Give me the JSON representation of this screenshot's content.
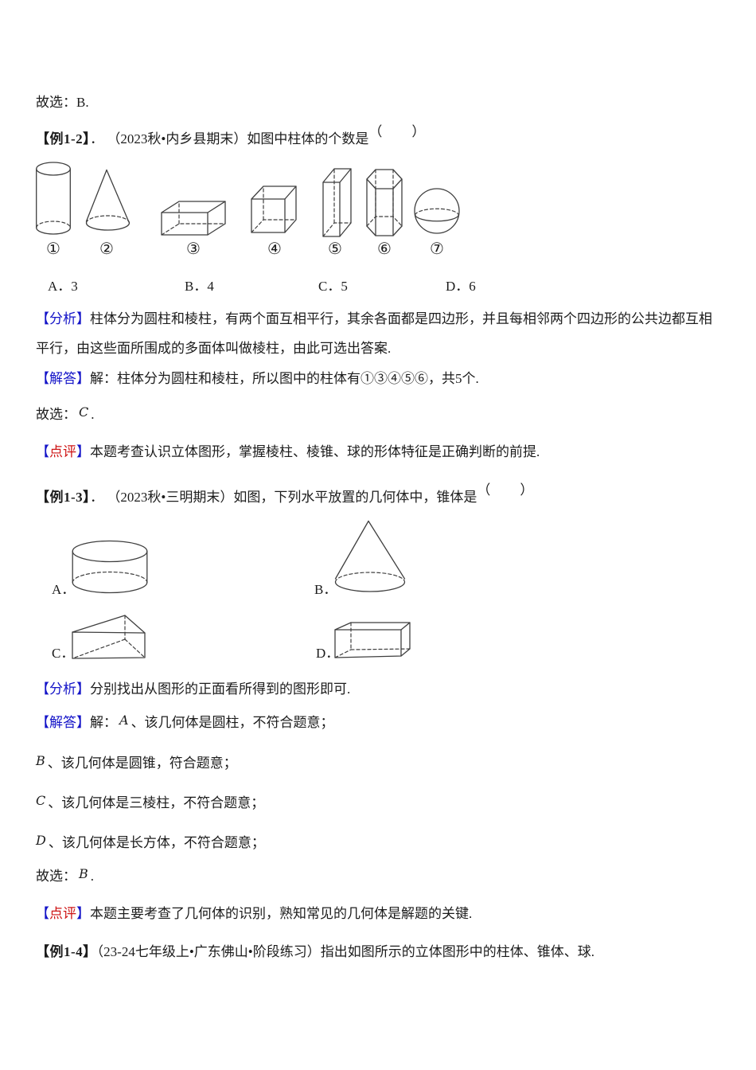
{
  "colors": {
    "tag_blue": "#1414c8",
    "tag_red": "#ce1414",
    "ink": "#1c1c1c",
    "stroke": "#3f3f3f"
  },
  "tags": {
    "open": "【",
    "close": "】",
    "analysis": "分析",
    "answer": "解答",
    "comment": "点评"
  },
  "answer_top": {
    "prefix": "故选：",
    "choice": "B",
    "period": "."
  },
  "example12": {
    "label": "【例1-2】",
    "after_label": "．",
    "source_and_question": "（2023秋•内乡县期末）如图中柱体的个数是",
    "answer_blank": "（　　）",
    "figure_labels": [
      "①",
      "②",
      "③",
      "④",
      "⑤",
      "⑥",
      "⑦"
    ],
    "figure_names": [
      "cylinder",
      "cone",
      "cuboid",
      "cube",
      "tall-cuboid",
      "hexagonal-prism",
      "sphere"
    ],
    "options": [
      "A．3",
      "B．4",
      "C．5",
      "D．6"
    ],
    "analysis": "柱体分为圆柱和棱柱，有两个面互相平行，其余各面都是四边形，并且每相邻两个四边形的公共边都互相平行，由这些面所围成的多面体叫做棱柱，由此可选出答案.",
    "answer": "解：柱体分为圆柱和棱柱，所以图中的柱体有①③④⑤⑥，共5个.",
    "conclusion": {
      "prefix": "故选：",
      "choice": "C",
      "period": "."
    },
    "comment": "本题考查认识立体图形，掌握棱柱、棱锥、球的形体特征是正确判断的前提."
  },
  "example13": {
    "label": "【例1-3】",
    "after_label": "．",
    "source_and_question": "（2023秋•三明期末）如图，下列水平放置的几何体中，锥体是",
    "answer_blank": "（　　）",
    "figure_labels": [
      "A．",
      "B．",
      "C．",
      "D．"
    ],
    "figure_names": [
      "short-cylinder",
      "cone",
      "triangular-prism",
      "cuboid"
    ],
    "analysis": "分别找出从图形的正面看所得到的图形即可.",
    "answer_intro": "解：",
    "items": [
      {
        "choice": "A",
        "text": "、该几何体是圆柱，不符合题意；"
      },
      {
        "choice": "B",
        "text": "、该几何体是圆锥，符合题意；"
      },
      {
        "choice": "C",
        "text": "、该几何体是三棱柱，不符合题意；"
      },
      {
        "choice": "D",
        "text": "、该几何体是长方体，不符合题意；"
      }
    ],
    "conclusion": {
      "prefix": "故选：",
      "choice": "B",
      "period": "."
    },
    "comment": "本题主要考查了几何体的识别，熟知常见的几何体是解题的关键."
  },
  "example14": {
    "label": "【例1-4】",
    "source_and_question": "（23-24七年级上•广东佛山•阶段练习）指出如图所示的立体图形中的柱体、锥体、球."
  }
}
